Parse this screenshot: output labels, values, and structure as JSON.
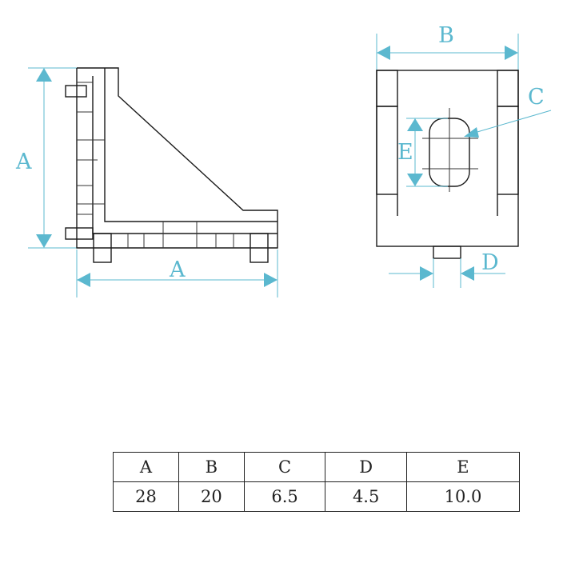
{
  "side_view": {
    "label_height": "A",
    "label_width": "A"
  },
  "front_view": {
    "label_width": "B",
    "label_hole": "C",
    "label_hole_height": "E",
    "label_tab": "D"
  },
  "colors": {
    "dimension": "#5bb8cf",
    "outline": "#1a1a1a"
  },
  "spec_table": {
    "headers": [
      "A",
      "B",
      "C",
      "D",
      "E"
    ],
    "values": [
      "28",
      "20",
      "6.5",
      "4.5",
      "10.0"
    ]
  }
}
